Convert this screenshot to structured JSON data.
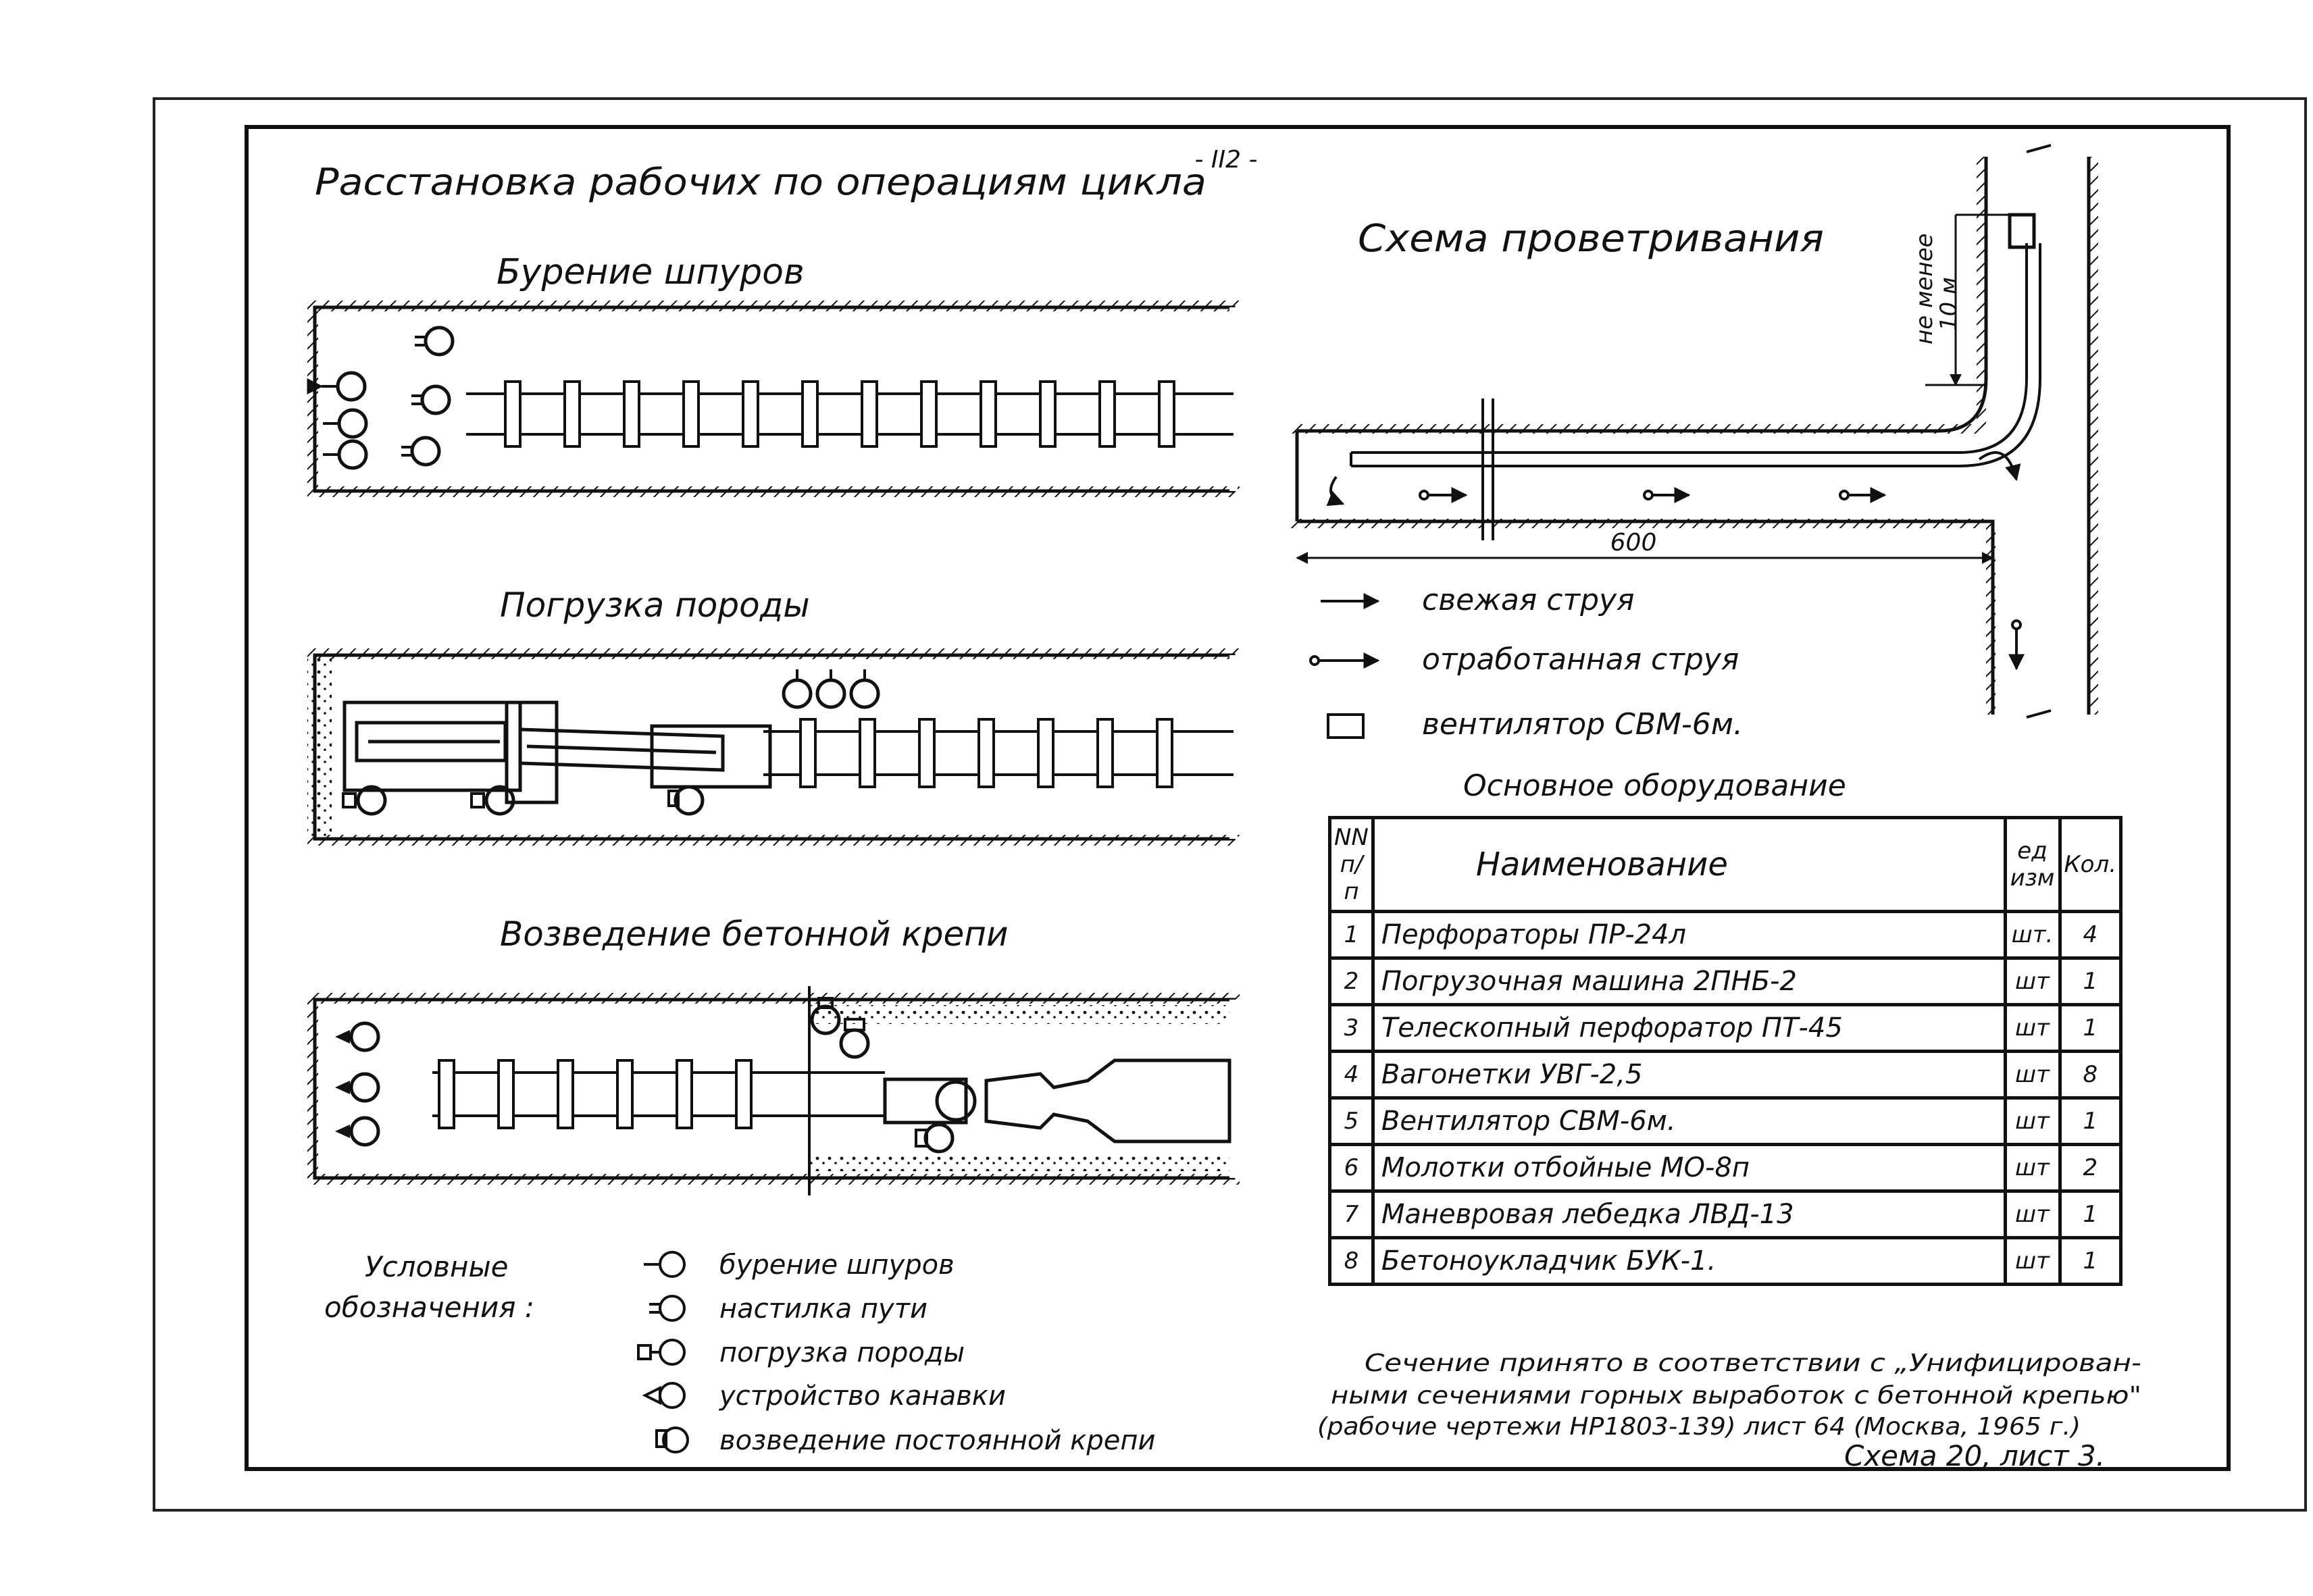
{
  "page_number": "- II2 -",
  "main_title": "Расстановка рабочих по операциям цикла",
  "operations": {
    "drilling_title": "Бурение шпуров",
    "loading_title": "Погрузка породы",
    "concrete_title": "Возведение бетонной крепи"
  },
  "ventilation": {
    "title": "Схема проветривания",
    "distance_label_line1": "не менее",
    "distance_label_line2": "10 м",
    "length_label": "600",
    "legend": [
      {
        "symbol": "fresh-air-arrow",
        "label": "свежая струя"
      },
      {
        "symbol": "exhaust-air-arrow",
        "label": "отработанная струя"
      },
      {
        "symbol": "fan-box",
        "label": "вентилятор СВМ-6м."
      }
    ]
  },
  "equipment": {
    "title": "Основное оборудование",
    "headers": {
      "num": "NN п/п",
      "name": "Наименование",
      "unit": "ед изм",
      "qty": "Кол."
    },
    "rows": [
      {
        "num": "1",
        "name": "Перфораторы ПР-24л",
        "unit": "шт.",
        "qty": "4"
      },
      {
        "num": "2",
        "name": "Погрузочная машина 2ПНБ-2",
        "unit": "шт",
        "qty": "1"
      },
      {
        "num": "3",
        "name": "Телескопный перфоратор ПТ-45",
        "unit": "шт",
        "qty": "1"
      },
      {
        "num": "4",
        "name": "Вагонетки УВГ-2,5",
        "unit": "шт",
        "qty": "8"
      },
      {
        "num": "5",
        "name": "Вентилятор СВМ-6м.",
        "unit": "шт",
        "qty": "1"
      },
      {
        "num": "6",
        "name": "Молотки отбойные МО-8п",
        "unit": "шт",
        "qty": "2"
      },
      {
        "num": "7",
        "name": "Маневровая лебедка ЛВД-13",
        "unit": "шт",
        "qty": "1"
      },
      {
        "num": "8",
        "name": "Бетоноукладчик БУК-1.",
        "unit": "шт",
        "qty": "1"
      }
    ]
  },
  "legend": {
    "title_line1": "Условные",
    "title_line2": "обозначения :",
    "items": [
      {
        "icon": "drilling-worker-icon",
        "label": "бурение шпуров"
      },
      {
        "icon": "track-laying-worker-icon",
        "label": "настилка пути"
      },
      {
        "icon": "loading-worker-icon",
        "label": "погрузка породы"
      },
      {
        "icon": "ditch-worker-icon",
        "label": "устройство канавки"
      },
      {
        "icon": "lining-worker-icon",
        "label": "возведение постоянной крепи"
      }
    ]
  },
  "note": {
    "line1": "Сечение принято в соответствии с „Унифицирован-",
    "line2": "ными сечениями горных выработок с бетонной крепью\"",
    "line3": "(рабочие чертежи НР1803-139) лист 64 (Москва, 1965 г.)",
    "sheet": "Схема 20, лист 3."
  }
}
